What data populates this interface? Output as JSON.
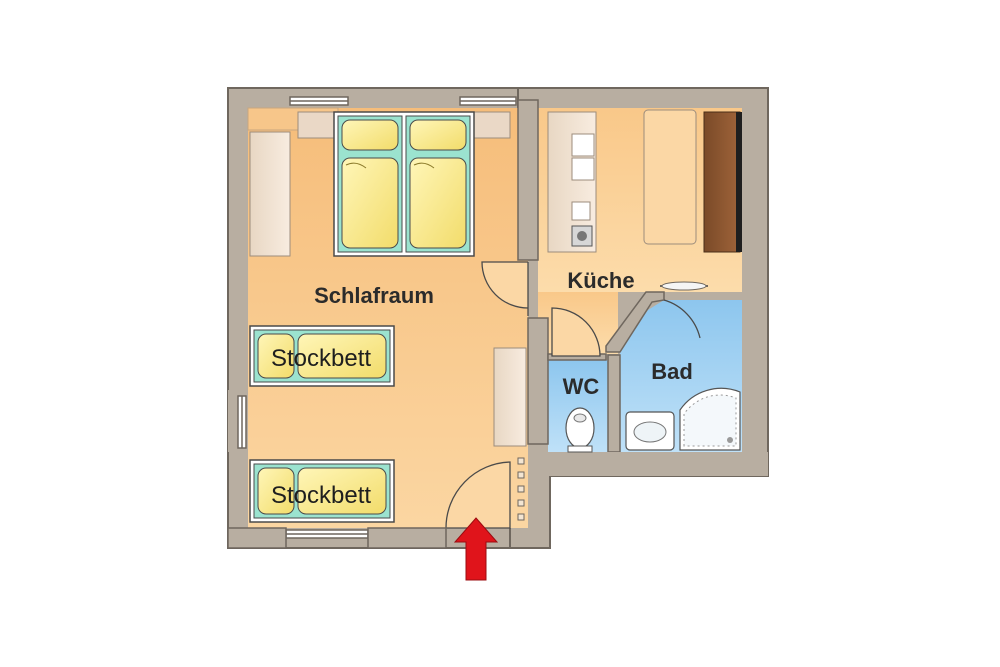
{
  "rooms": {
    "schlafraum": "Schlafraum",
    "kueche": "Küche",
    "wc": "WC",
    "bad": "Bad"
  },
  "beds": {
    "top": "Stockbett",
    "bottom": "Stockbett"
  },
  "colors": {
    "wall": "#b8aea1",
    "wall_edge": "#6f675e",
    "floor": "#f8c98a",
    "kitchen_floor": "#fad49a",
    "bath_floor": "#8cc9ef",
    "mattress": "#fbef94",
    "entrance_arrow": "#e0141b"
  }
}
